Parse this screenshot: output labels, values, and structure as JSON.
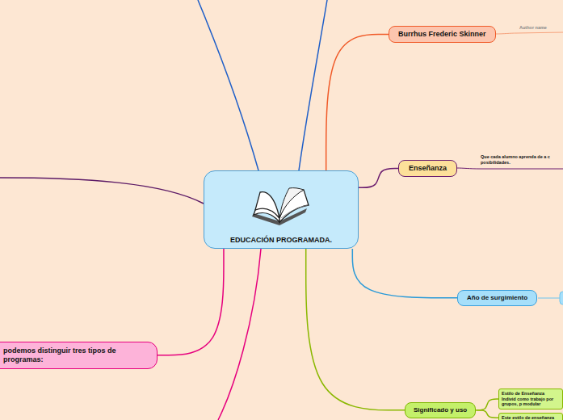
{
  "diagram": {
    "nodes": [
      {
        "text": [
          "EDUCACIÓN PROGRAMADA."
        ]
      },
      {
        "text": [
          "Burrhus Frederic Skinner"
        ]
      },
      {
        "text": [
          "Enseñanza"
        ]
      },
      {
        "text": [
          "Año de surgimiento"
        ]
      },
      {
        "text": [
          "Significado y uso"
        ]
      },
      {
        "text": [
          "podemos distinguir tres tipos de programas:"
        ]
      },
      {
        "text": [
          "Estilo de Enseñanza Individ como trabajo por grupos, p modular"
        ]
      },
      {
        "text": [
          "Este estilo de enseñanza"
        ]
      }
    ],
    "edges": [
      {
        "from": 0,
        "to": 1,
        "arrow": "none"
      },
      {
        "from": 0,
        "to": 2,
        "arrow": "none"
      },
      {
        "from": 0,
        "to": 3,
        "arrow": "none"
      },
      {
        "from": 0,
        "to": 4,
        "arrow": "none"
      },
      {
        "from": 0,
        "to": 5,
        "arrow": "none"
      },
      {
        "from": 4,
        "to": 6,
        "arrow": "none"
      },
      {
        "from": 4,
        "to": 7,
        "arrow": "none"
      }
    ],
    "labels": [
      "Author name",
      "Que cada alumno aprenda de a c posibilidades."
    ]
  }
}
